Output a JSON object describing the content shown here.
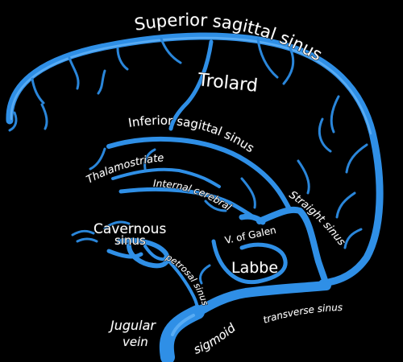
{
  "labels": {
    "superior_sagittal_sinus": "Superior sagittal sinus",
    "trolard": "Trolard",
    "inferior_sagittal_sinus": "Inferior sagittal sinus",
    "thalamostriate": "Thalamostriate",
    "internal_cerebral": "Internal cerebral",
    "straight_sinus": "Straight sinus",
    "cavernous": "Cavernous",
    "sinus": "sinus",
    "v_of_galen": "V. of Galen",
    "petrosal_sinus": "petrosal sinus",
    "labbe": "Labbe",
    "transverse_sinus": "transverse sinus",
    "jugular": "Jugular",
    "vein": "vein",
    "sigmoid": "sigmoid"
  },
  "colors": {
    "background": "#000000",
    "vein": "#2f8fe6",
    "label": "#ffffff"
  }
}
